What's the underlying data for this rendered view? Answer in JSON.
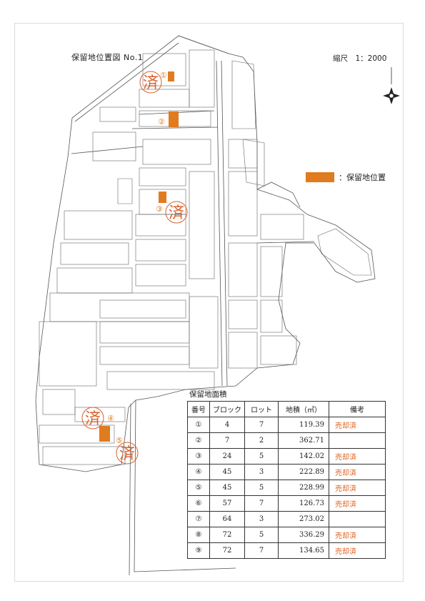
{
  "header": {
    "title": "保留地位置図 No.1",
    "scale": "縮尺　1：2000"
  },
  "legend": {
    "label": "：保留地位置",
    "color": "#e07b1f"
  },
  "map": {
    "north_icon": "compass-rose-icon",
    "parcels": [
      {
        "no": "①",
        "sold": true,
        "stamp": "済"
      },
      {
        "no": "②",
        "sold": false
      },
      {
        "no": "③",
        "sold": true,
        "stamp": "済"
      },
      {
        "no": "④",
        "sold": true,
        "stamp": "済"
      },
      {
        "no": "⑤",
        "sold": true,
        "stamp": "済"
      }
    ]
  },
  "table": {
    "caption": "保留地面積",
    "headers": [
      "番号",
      "ブロック",
      "ロット",
      "地積（㎡）",
      "備考"
    ],
    "rows": [
      [
        "①",
        "4",
        "7",
        "119.39",
        "売却済"
      ],
      [
        "②",
        "7",
        "2",
        "362.71",
        ""
      ],
      [
        "③",
        "24",
        "5",
        "142.02",
        "売却済"
      ],
      [
        "④",
        "45",
        "3",
        "222.89",
        "売却済"
      ],
      [
        "⑤",
        "45",
        "5",
        "228.99",
        "売却済"
      ],
      [
        "⑥",
        "57",
        "7",
        "126.73",
        "売却済"
      ],
      [
        "⑦",
        "64",
        "3",
        "273.02",
        ""
      ],
      [
        "⑧",
        "72",
        "5",
        "336.29",
        "売却済"
      ],
      [
        "⑨",
        "72",
        "7",
        "134.65",
        "売却済"
      ]
    ]
  }
}
